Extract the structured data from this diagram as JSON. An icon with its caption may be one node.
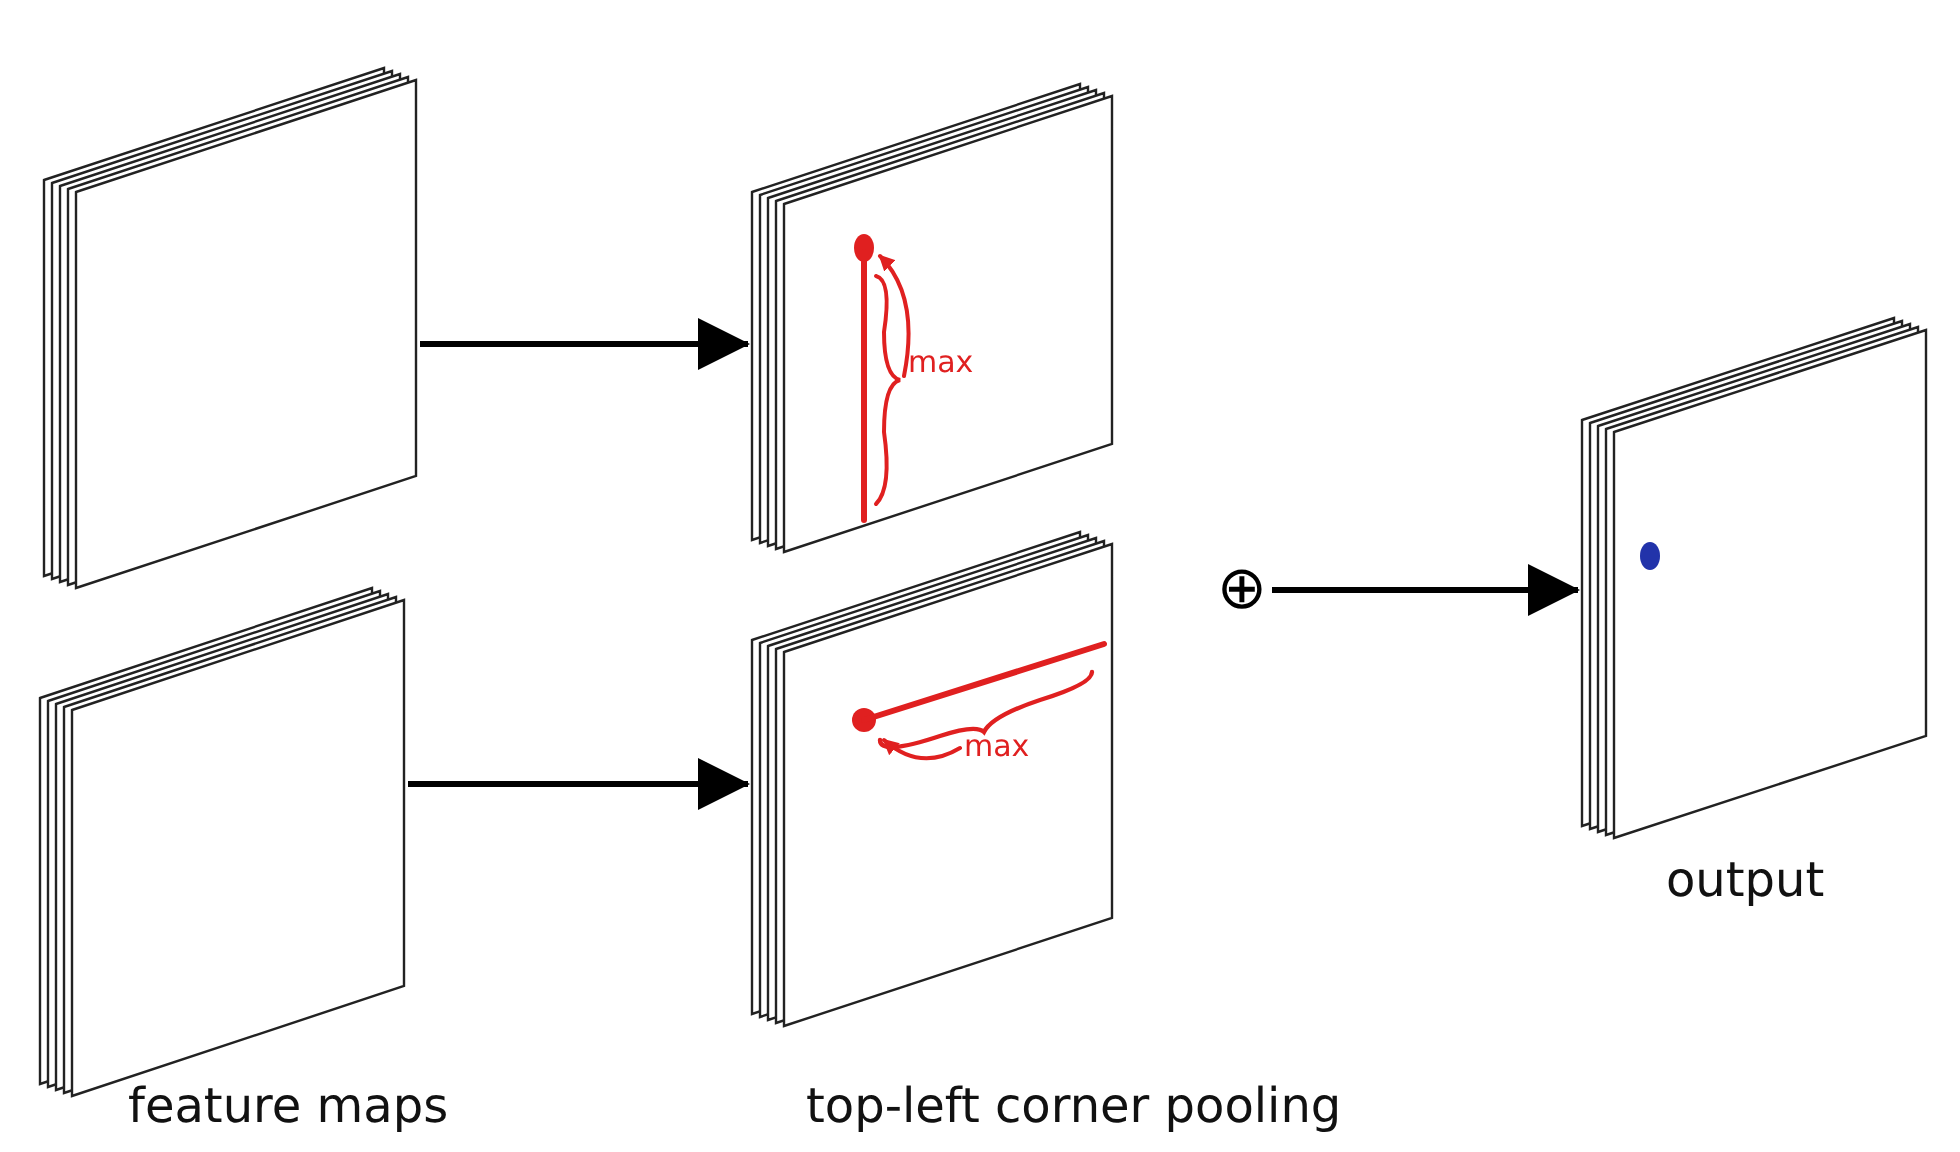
{
  "diagram": {
    "nodes": [
      {
        "text": [],
        "shape": "box"
      },
      {
        "text": [],
        "shape": "box"
      },
      {
        "text": [
          "max"
        ]
      },
      {
        "text": [
          "max"
        ]
      },
      {
        "text": [
          "⊕"
        ]
      },
      {
        "text": [],
        "shape": "box",
        "beside": [
          "output"
        ]
      }
    ],
    "edges": [
      {
        "from": 0,
        "to": 2,
        "arrow": "to"
      },
      {
        "from": 1,
        "to": 3,
        "arrow": "to"
      },
      {
        "from": 4,
        "to": 5,
        "arrow": "to"
      }
    ],
    "labels": [
      "feature maps",
      "top-left corner pooling"
    ]
  }
}
